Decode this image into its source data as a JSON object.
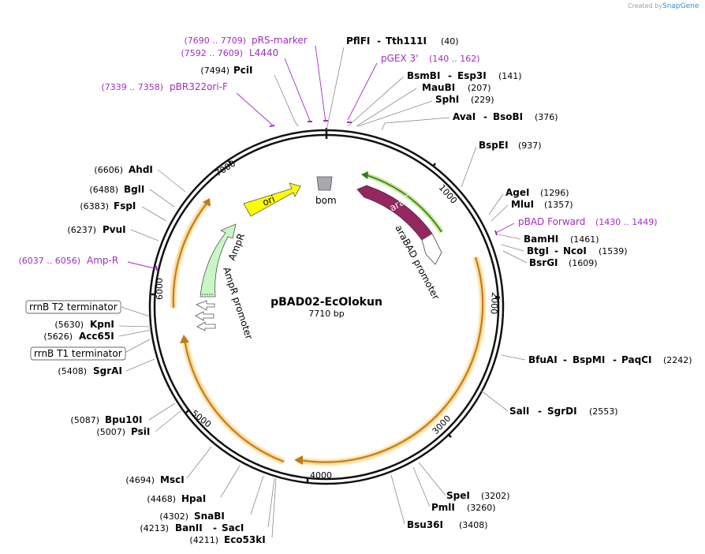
{
  "credit": {
    "created_by": "Created by",
    "brand": "SnapGene"
  },
  "title": "pBAD02-EcOlokun",
  "length": "7710 bp",
  "length_bp": 7710,
  "ticks": [
    "1000",
    "2000",
    "3000",
    "4000",
    "5000",
    "6000",
    "7000"
  ],
  "colors": {
    "backbone": "#111111",
    "enzyme_text": "#000000",
    "primer": "#a32cc4",
    "araC": "#93285f",
    "ori": "#ffff00",
    "AmpR": "#c8f7c5",
    "orf_glow": "#f5c25a",
    "orf_core": "#c07b17",
    "bom": "#a7a9ac"
  },
  "enzymes_right": [
    {
      "name": "PflFI",
      "name2": "Tth111I",
      "pos": "(40)"
    },
    {
      "name": "BsmBI",
      "name2": "Esp3I",
      "pos": "(141)"
    },
    {
      "name": "MauBI",
      "name2": "",
      "pos": "(207)"
    },
    {
      "name": "SphI",
      "name2": "",
      "pos": "(229)"
    },
    {
      "name": "AvaI",
      "name2": "BsoBI",
      "pos": "(376)"
    },
    {
      "name": "BspEI",
      "name2": "",
      "pos": "(937)"
    },
    {
      "name": "AgeI",
      "name2": "",
      "pos": "(1296)"
    },
    {
      "name": "MluI",
      "name2": "",
      "pos": "(1357)"
    },
    {
      "name": "BamHI",
      "name2": "",
      "pos": "(1461)"
    },
    {
      "name": "BtgI",
      "name2": "NcoI",
      "pos": "(1539)"
    },
    {
      "name": "BsrGI",
      "name2": "",
      "pos": "(1609)"
    },
    {
      "name": "BfuAI",
      "name2": "BspMI",
      "name3": "PaqCI",
      "pos": "(2242)"
    },
    {
      "name": "SalI",
      "name2": "SgrDI",
      "pos": "(2553)"
    },
    {
      "name": "SpeI",
      "name2": "",
      "pos": "(3202)"
    },
    {
      "name": "PmlI",
      "name2": "",
      "pos": "(3260)"
    },
    {
      "name": "Bsu36I",
      "name2": "",
      "pos": "(3408)"
    }
  ],
  "enzymes_left": [
    {
      "name": "PciI",
      "name2": "",
      "pos": "(7494)"
    },
    {
      "name": "AhdI",
      "name2": "",
      "pos": "(6606)"
    },
    {
      "name": "BglI",
      "name2": "",
      "pos": "(6488)"
    },
    {
      "name": "FspI",
      "name2": "",
      "pos": "(6383)"
    },
    {
      "name": "PvuI",
      "name2": "",
      "pos": "(6237)"
    },
    {
      "name": "KpnI",
      "name2": "",
      "pos": "(5630)"
    },
    {
      "name": "Acc65I",
      "name2": "",
      "pos": "(5626)"
    },
    {
      "name": "SgrAI",
      "name2": "",
      "pos": "(5408)"
    },
    {
      "name": "Bpu10I",
      "name2": "",
      "pos": "(5087)"
    },
    {
      "name": "PsiI",
      "name2": "",
      "pos": "(5007)"
    },
    {
      "name": "MscI",
      "name2": "",
      "pos": "(4694)"
    },
    {
      "name": "HpaI",
      "name2": "",
      "pos": "(4468)"
    },
    {
      "name": "SnaBI",
      "name2": "",
      "pos": "(4302)"
    },
    {
      "name": "BanII",
      "name2": "SacI",
      "pos": "(4213)"
    },
    {
      "name": "Eco53kI",
      "name2": "",
      "pos": "(4211)"
    }
  ],
  "primers": [
    {
      "name": "pRS-marker",
      "range": "(7690 .. 7709)"
    },
    {
      "name": "L4440",
      "range": "(7592 .. 7609)"
    },
    {
      "name": "pBR322ori-F",
      "range": "(7339 .. 7358)"
    },
    {
      "name": "pGEX 3'",
      "range": "(140 .. 162)"
    },
    {
      "name": "pBAD Forward",
      "range": "(1430 .. 1449)"
    },
    {
      "name": "Amp-R",
      "range": "(6037 .. 6056)"
    }
  ],
  "features": {
    "bom": "bom",
    "ori": "ori",
    "araC": "araC",
    "araBAD_promoter": "araBAD promoter",
    "AmpR": "AmpR",
    "AmpR_promoter": "AmpR promoter",
    "rrnB_T2": "rrnB T2 terminator",
    "rrnB_T1": "rrnB T1 terminator"
  }
}
